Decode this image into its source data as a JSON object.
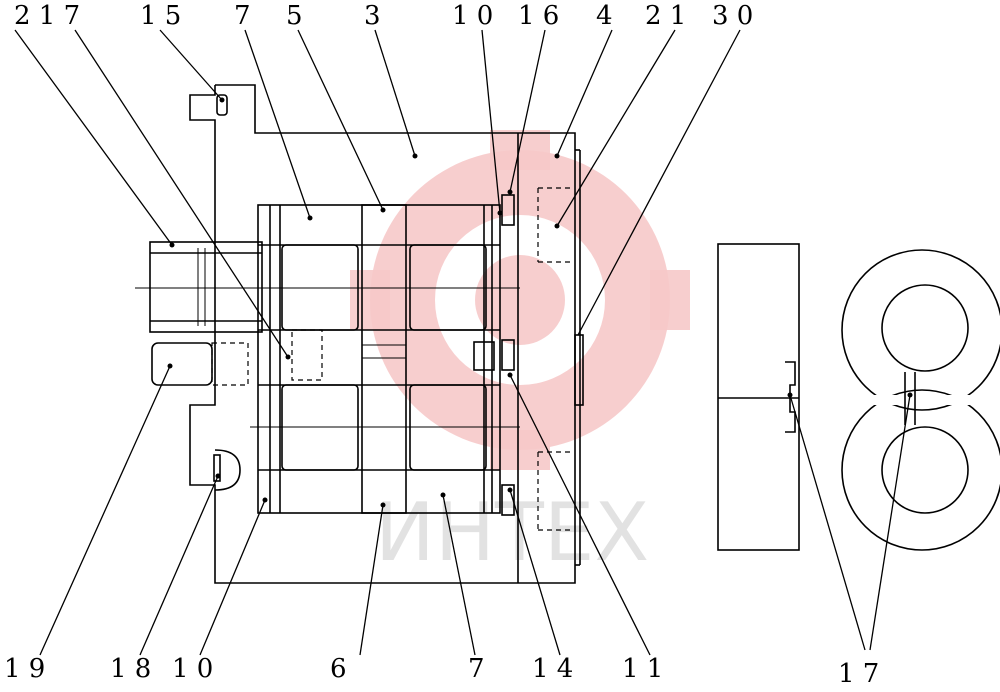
{
  "labels_top": [
    "2 1 7",
    "1 5",
    "7",
    "5",
    "3",
    "1 0",
    "1 6",
    "4",
    "2 1",
    "3 0"
  ],
  "labels_bottom": [
    "1 9",
    "1 8",
    "1 0",
    "6",
    "7",
    "1 4",
    "1 1",
    "1 7"
  ],
  "watermark": {
    "text": "ИНТЕХ",
    "gear_color": "#f6c9c9"
  }
}
